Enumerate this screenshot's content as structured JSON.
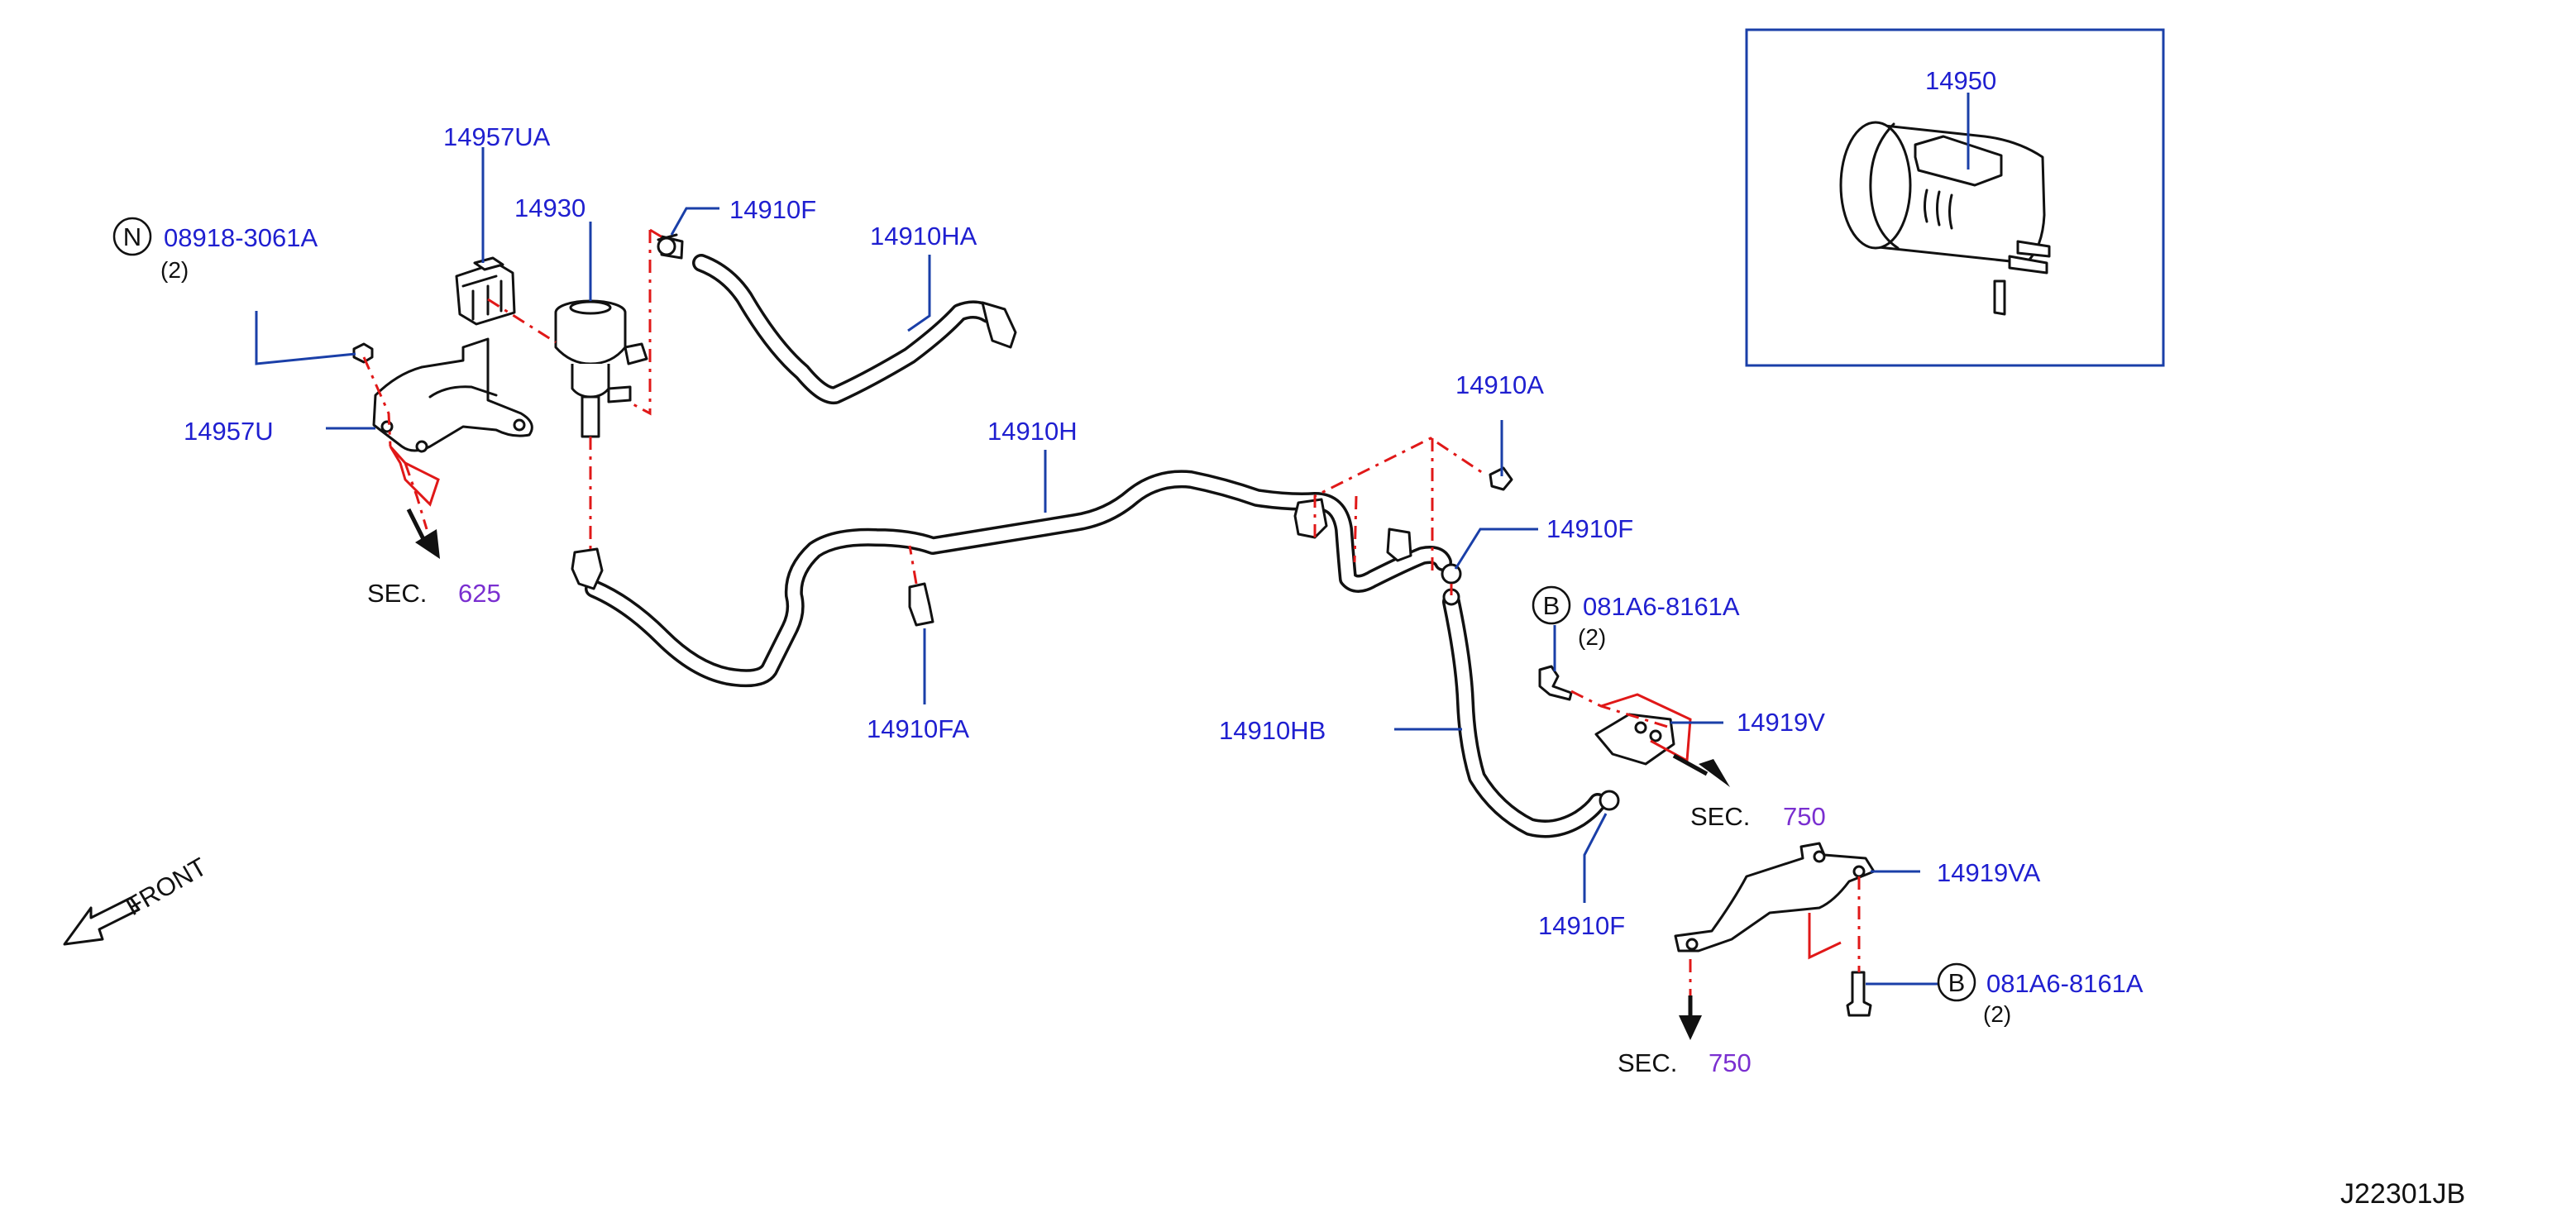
{
  "diagram_code": "J22301JB",
  "front_label": "FRONT",
  "colors": {
    "label": "#1f1fd0",
    "leader": "#1a3fa8",
    "centerline": "#e01818",
    "section_number": "#7a2fd0",
    "outline": "#111111"
  },
  "inset": {
    "part": "14950"
  },
  "parts": {
    "p14957UA": "14957UA",
    "p14930": "14930",
    "p14910F_top": "14910F",
    "p14910HA": "14910HA",
    "p14957U": "14957U",
    "p14910H": "14910H",
    "p14910A": "14910A",
    "p14910F_mid": "14910F",
    "p14910FA": "14910FA",
    "p14910HB": "14910HB",
    "p14919V": "14919V",
    "p14910F_low": "14910F",
    "p14919VA": "14919VA"
  },
  "fasteners": [
    {
      "badge": "N",
      "part": "08918-3061A",
      "qty": "(2)"
    },
    {
      "badge": "B",
      "part": "081A6-8161A",
      "qty": "(2)"
    },
    {
      "badge": "B",
      "part": "081A6-8161A",
      "qty": "(2)"
    }
  ],
  "section_refs": [
    {
      "prefix": "SEC.",
      "number": "625"
    },
    {
      "prefix": "SEC.",
      "number": "750"
    },
    {
      "prefix": "SEC.",
      "number": "750"
    }
  ]
}
